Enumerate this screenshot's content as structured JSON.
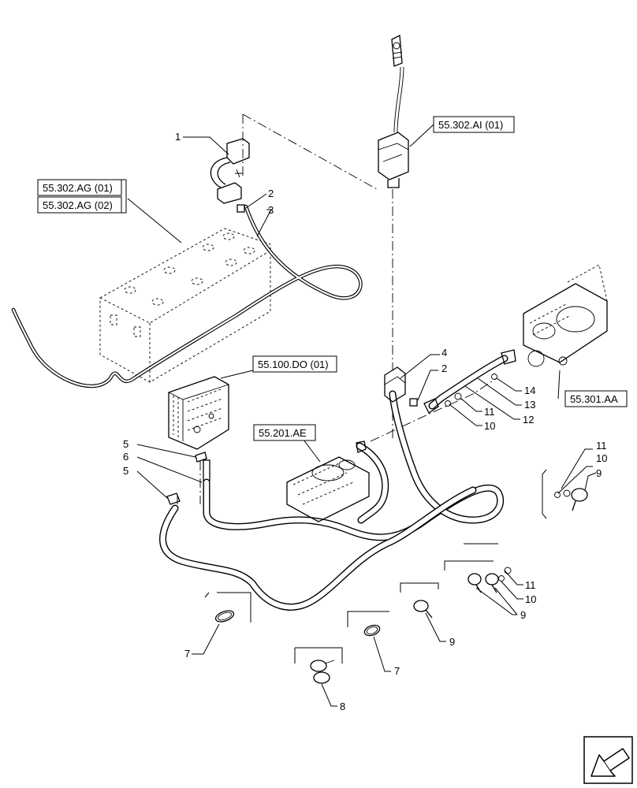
{
  "references": {
    "ag1": "55.302.AG (01)",
    "ag2": "55.302.AG (02)",
    "ai": "55.302.AI (01)",
    "do": "55.100.DO (01)",
    "ae": "55.201.AE",
    "aa": "55.301.AA"
  },
  "callouts": {
    "c1": "1",
    "c2a": "2",
    "c3": "3",
    "c4": "4",
    "c2b": "2",
    "c14": "14",
    "c13": "13",
    "c12": "12",
    "c11a": "11",
    "c10a": "10",
    "c5a": "5",
    "c6": "6",
    "c5b": "5",
    "c11b": "11",
    "c10b": "10",
    "c9a": "9",
    "c11c": "11",
    "c10c": "10",
    "c9b": "9",
    "c9c": "9",
    "c7a": "7",
    "c7b": "7",
    "c8": "8"
  },
  "icons": {
    "nav": "next-page-arrow-icon"
  }
}
